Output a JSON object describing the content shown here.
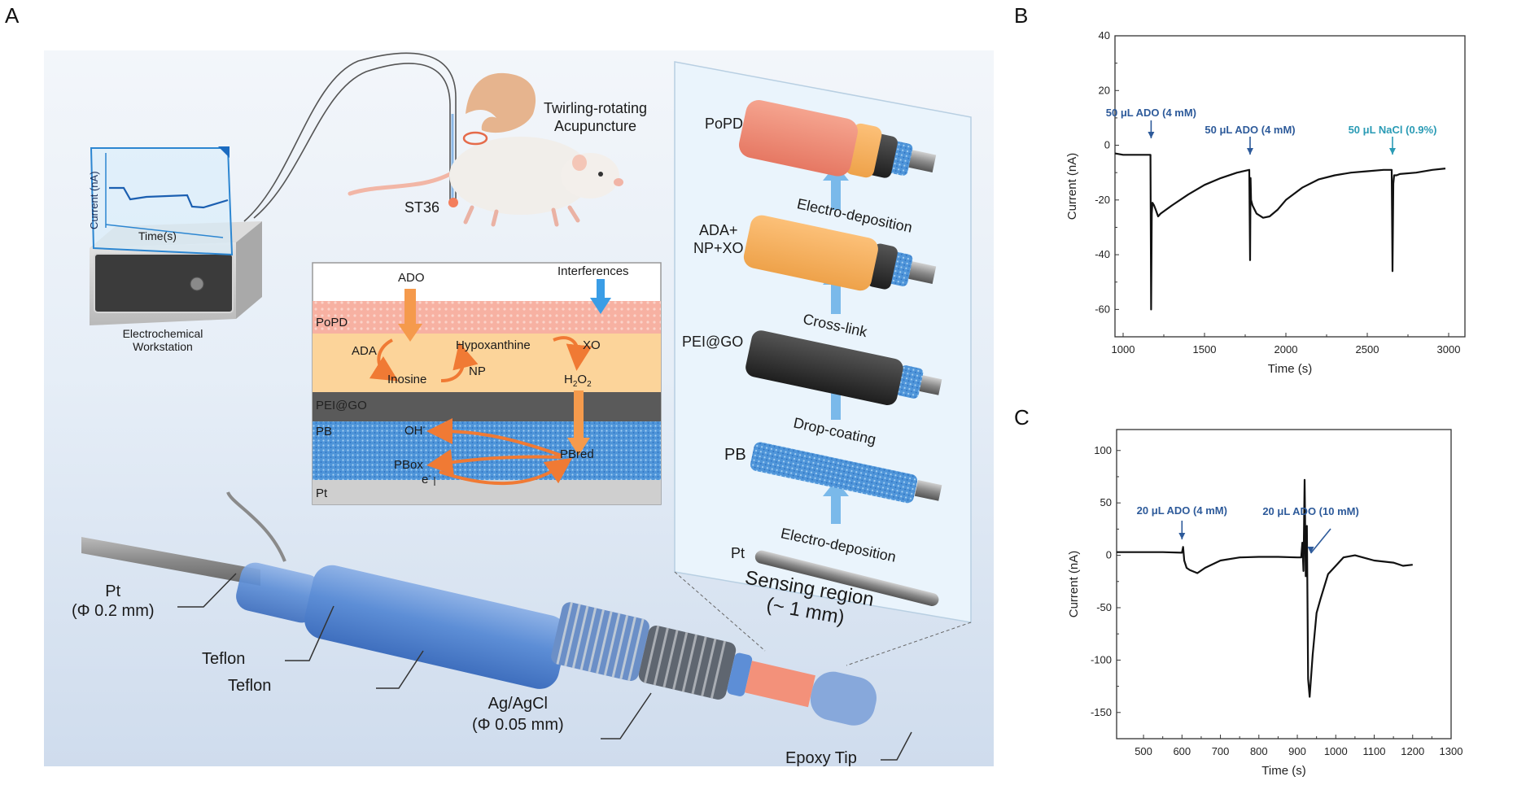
{
  "panels": {
    "a": {
      "letter": "A",
      "workstation": {
        "label_line1": "Electrochemical",
        "label_line2": "Workstation",
        "screen_ylabel": "Current (nA)",
        "screen_xlabel": "Time(s)"
      },
      "animal": {
        "acupoint": "ST36",
        "procedure_line1": "Twirling-rotating",
        "procedure_line2": "Acupuncture"
      },
      "mechanism_inset": {
        "layers": [
          "PoPD",
          "PEI@GO",
          "PB",
          "Pt"
        ],
        "species": {
          "ado": "ADO",
          "interferences": "Interferences",
          "ada": "ADA",
          "inosine": "Inosine",
          "np": "NP",
          "hypoxanthine": "Hypoxanthine",
          "xo": "XO",
          "h2o2": "H",
          "h2o2_sub": "2",
          "h2o2_o": "O",
          "oh": "OH",
          "oh_sup": "-",
          "pbox": "PBox",
          "pbred": "PBred",
          "electron": "e",
          "electron_sup": "-"
        }
      },
      "fabrication": {
        "steps": [
          {
            "layer": "PoPD",
            "process": "Electro-deposition"
          },
          {
            "layer": "ADA+\nNP+XO",
            "layer_line1": "ADA+",
            "layer_line2": "NP+XO",
            "process": "Cross-link"
          },
          {
            "layer": "PEI@GO",
            "process": "Drop-coating"
          },
          {
            "layer": "PB",
            "process": "Electro-deposition"
          },
          {
            "layer": "Pt",
            "process": ""
          }
        ],
        "process_labels": [
          "Electro-deposition",
          "Cross-link",
          "Drop-coating",
          "Electro-deposition"
        ],
        "region_line1": "Sensing region",
        "region_line2": "(~ 1 mm)"
      },
      "electrode": {
        "pt_line1": "Pt",
        "pt_line2": "(Φ 0.2 mm)",
        "teflon_inner": "Teflon",
        "teflon_outer": "Teflon",
        "agcl_line1": "Ag/AgCl",
        "agcl_line2": "(Φ 0.05 mm)",
        "tip": "Epoxy Tip"
      }
    },
    "b": {
      "letter": "B"
    },
    "c": {
      "letter": "C"
    }
  },
  "chart_data": [
    {
      "id": "B",
      "type": "line",
      "title": "",
      "xlabel": "Time (s)",
      "ylabel": "Current (nA)",
      "xlim": [
        950,
        3100
      ],
      "ylim": [
        -70,
        40
      ],
      "xticks": [
        1000,
        1500,
        2000,
        2500,
        3000
      ],
      "yticks": [
        40,
        20,
        0,
        -20,
        -40,
        -60
      ],
      "grid": false,
      "series": [
        {
          "name": "current",
          "color": "#111111",
          "x": [
            950,
            1000,
            1050,
            1100,
            1150,
            1168,
            1172,
            1176,
            1180,
            1190,
            1200,
            1215,
            1230,
            1300,
            1400,
            1500,
            1600,
            1700,
            1775,
            1780,
            1783,
            1786,
            1795,
            1820,
            1860,
            1900,
            1950,
            2000,
            2100,
            2200,
            2300,
            2400,
            2500,
            2600,
            2650,
            2655,
            2660,
            2665,
            2680,
            2700,
            2800,
            2900,
            2980
          ],
          "y": [
            -3,
            -3.5,
            -3.5,
            -3.5,
            -3.5,
            -3.5,
            -60,
            -25,
            -21,
            -22,
            -23.5,
            -26,
            -25,
            -22,
            -18,
            -14.5,
            -12,
            -10,
            -9,
            -42,
            -12,
            -20,
            -22,
            -25,
            -26.5,
            -26,
            -23.5,
            -20,
            -15.5,
            -12.5,
            -11,
            -10,
            -9.5,
            -9,
            -9,
            -46,
            -14,
            -11,
            -11,
            -10.5,
            -10,
            -9,
            -8.5
          ]
        }
      ],
      "annotations": [
        {
          "text": "50 μL ADO (4 mM)",
          "x": 1172,
          "color": "#2d5a9a"
        },
        {
          "text": "50 μL ADO (4 mM)",
          "x": 1780,
          "color": "#2d5a9a"
        },
        {
          "text": "50 μL NaCl (0.9%)",
          "x": 2655,
          "color": "#2a9bb5"
        }
      ]
    },
    {
      "id": "C",
      "type": "line",
      "title": "",
      "xlabel": "Time (s)",
      "ylabel": "Current (nA)",
      "xlim": [
        430,
        1300
      ],
      "ylim": [
        -175,
        120
      ],
      "xticks": [
        500,
        600,
        700,
        800,
        900,
        1000,
        1100,
        1200,
        1300
      ],
      "yticks": [
        100,
        50,
        0,
        -50,
        -100,
        -150
      ],
      "grid": false,
      "series": [
        {
          "name": "current",
          "color": "#111111",
          "x": [
            430,
            500,
            550,
            600,
            603,
            606,
            612,
            620,
            640,
            660,
            700,
            750,
            800,
            850,
            900,
            910,
            913,
            916,
            919,
            922,
            925,
            928,
            932,
            940,
            950,
            960,
            980,
            1000,
            1020,
            1050,
            1080,
            1100,
            1150,
            1175,
            1200
          ],
          "y": [
            3,
            3,
            3,
            2.5,
            8,
            -5,
            -12,
            -14,
            -17,
            -12,
            -5,
            -2,
            -1.5,
            -1.5,
            -2,
            -2,
            12,
            -15,
            72,
            -20,
            28,
            -118,
            -135,
            -95,
            -55,
            -42,
            -18,
            -10,
            -2,
            0,
            -3,
            -5,
            -7,
            -10,
            -9
          ]
        }
      ],
      "annotations": [
        {
          "text": "20 μL ADO (4 mM)",
          "x": 600,
          "color": "#2d5a9a"
        },
        {
          "text": "20 μL ADO (10 mM)",
          "x": 935,
          "color": "#2d5a9a"
        }
      ]
    }
  ]
}
